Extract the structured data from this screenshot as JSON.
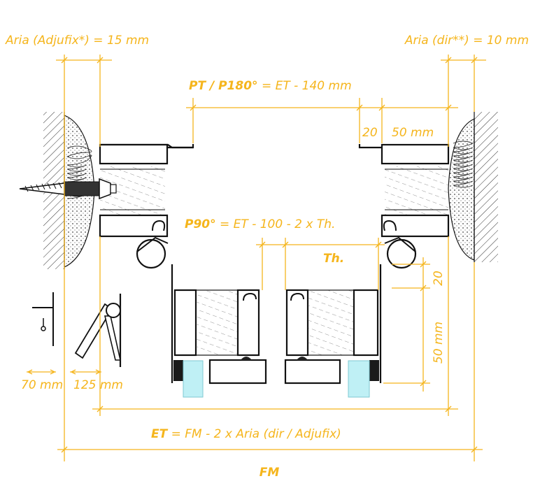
{
  "labels": {
    "aria_adjufix": "Aria (Adjufix*) = 15 mm",
    "aria_dir": "Aria (dir**) = 10 mm",
    "pt_bold": "PT / P180°",
    "pt_rest": " = ET - 140 mm",
    "dim_20_top": "20",
    "dim_50_top": "50 mm",
    "p90_bold": "P90°",
    "p90_rest": " = ET - 100 - 2 x Th.",
    "th": "Th.",
    "dim_20_right": "20",
    "dim_50_right": "50 mm",
    "dim_70": "70 mm",
    "dim_125": "125 mm",
    "et_bold": "ET",
    "et_rest": " = FM - 2 x Aria (dir / Adjufix)",
    "fm": "FM"
  },
  "colors": {
    "dimension": "#f5b51c",
    "outline": "#111111",
    "glass": "#bff0f5",
    "gasket": "#1a1a1a"
  }
}
